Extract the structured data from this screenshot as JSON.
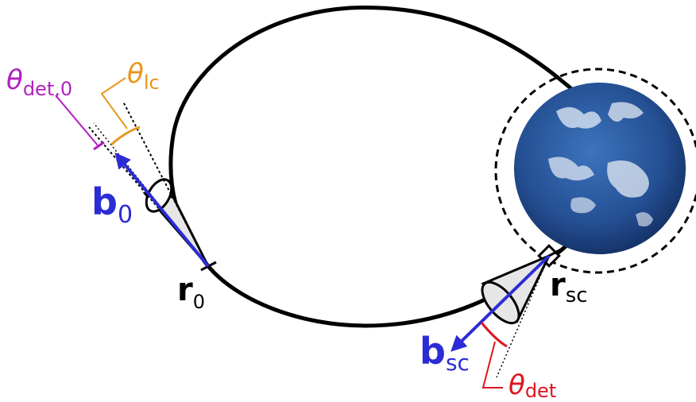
{
  "labels": {
    "theta_lc": {
      "main": "θ",
      "sub": "lc"
    },
    "theta_det0": {
      "main": "θ",
      "sub": "det,0"
    },
    "b0": {
      "main": "b",
      "sub": "0"
    },
    "r0": {
      "main": "r",
      "sub": "0"
    },
    "rsc": {
      "main": "r",
      "sub": "sc"
    },
    "bsc": {
      "main": "b",
      "sub": "sc"
    },
    "theta_det": {
      "main": "θ",
      "sub": "det"
    }
  },
  "colors": {
    "orbit": "#000000",
    "orange": "#e8961e",
    "magenta": "#b21fbf",
    "blue": "#2c2cd6",
    "red": "#e0141e",
    "earth": "#2a5fa8",
    "cone_fill": "#e6e6e6"
  }
}
